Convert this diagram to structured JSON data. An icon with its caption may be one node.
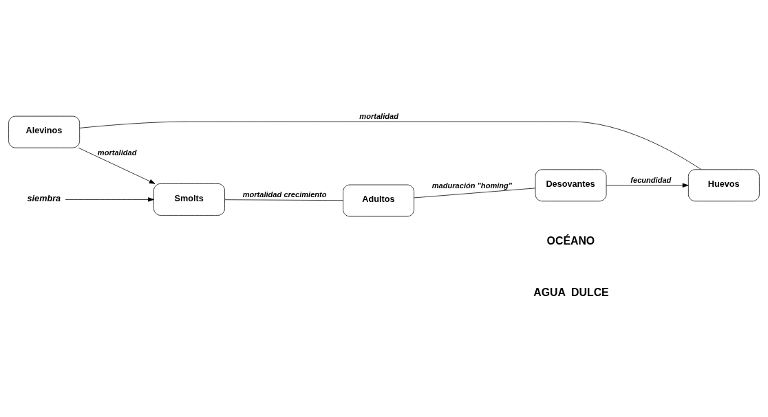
{
  "diagram": {
    "nodes": [
      {
        "text": [
          "Alevinos"
        ]
      },
      {
        "text": [
          "Smolts"
        ]
      },
      {
        "text": [
          "Adultos"
        ]
      },
      {
        "text": [
          "Desovantes"
        ]
      },
      {
        "text": [
          "Huevos"
        ]
      },
      {
        "text": [
          "siembra"
        ]
      }
    ],
    "edges": [
      {
        "from": 0,
        "to": 1,
        "arrow": "to",
        "label": "mortalidad"
      },
      {
        "from": 1,
        "to": 2,
        "arrow": "none",
        "label": "mortalidad crecimiento"
      },
      {
        "from": 2,
        "to": 3,
        "arrow": "none",
        "label": "maduración \"homing\""
      },
      {
        "from": 3,
        "to": 4,
        "arrow": "to",
        "label": "fecundidad"
      },
      {
        "from": 4,
        "to": 0,
        "arrow": "none",
        "label": "mortalidad"
      },
      {
        "from": 5,
        "to": 1,
        "arrow": "to"
      }
    ],
    "labels": [
      "AGUA  DULCE",
      "OCÉANO"
    ]
  }
}
